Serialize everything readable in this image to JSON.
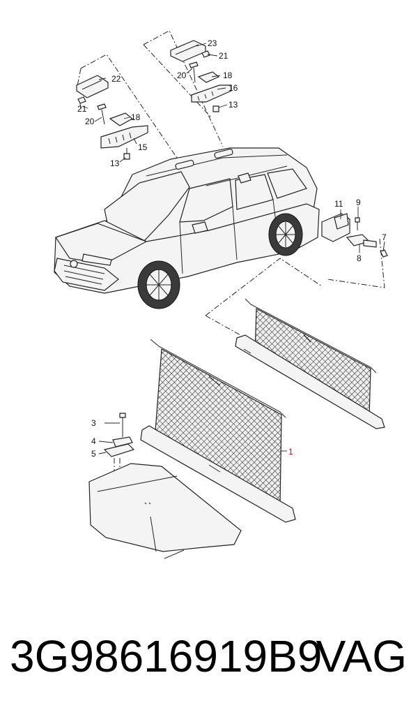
{
  "callouts": {
    "c1": "1",
    "c3": "3",
    "c4": "4",
    "c5": "5",
    "c7": "7",
    "c8": "8",
    "c9": "9",
    "c11": "11",
    "c13a": "13",
    "c13b": "13",
    "c15": "15",
    "c16": "16",
    "c18a": "18",
    "c18b": "18",
    "c20a": "20",
    "c20b": "20",
    "c21a": "21",
    "c21b": "21",
    "c22": "22",
    "c23": "23"
  },
  "footer": {
    "part_number": "3G98616919B9",
    "brand": "VAG"
  },
  "colors": {
    "line": "#222222",
    "callout_highlight": "#d01010",
    "net": "#2a2a2a"
  }
}
